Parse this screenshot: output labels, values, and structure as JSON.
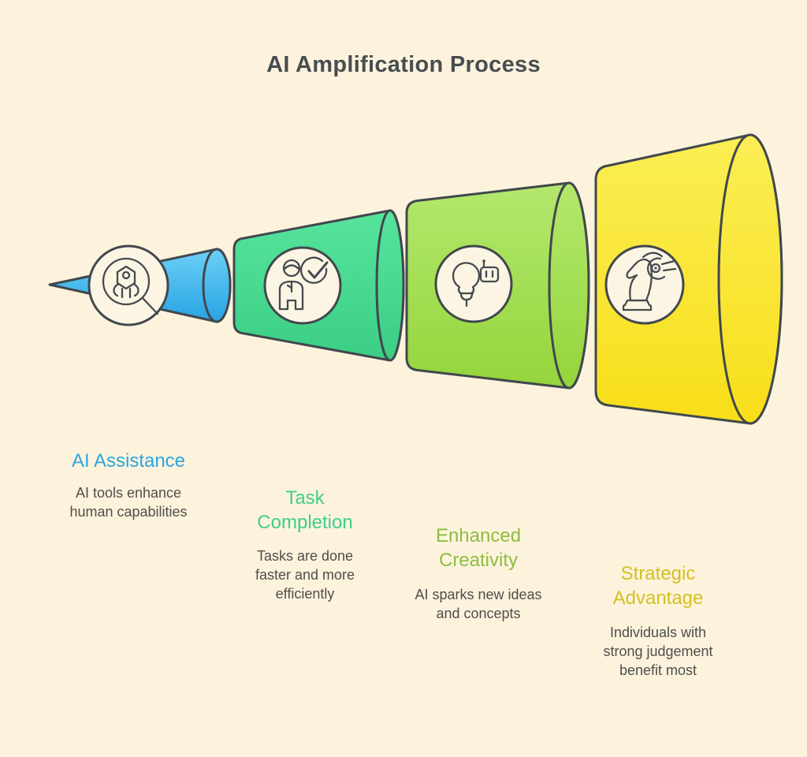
{
  "title": "AI Amplification Process",
  "colors": {
    "background": "#FDF3DD",
    "outline": "#41484D",
    "title_text": "#474D50",
    "description_text": "#4F4E4B",
    "badge_fill": "#FCF5E4",
    "glyph_stroke": "#454B4F"
  },
  "stages": [
    {
      "name": "AI Assistance",
      "description": "AI tools enhance\nhuman capabilities",
      "heading_color": "#2AA7E0",
      "fill_top": "#6CCFF6",
      "fill_bottom": "#28A4E4",
      "icon": "robot-search-icon"
    },
    {
      "name": "Task\nCompletion",
      "description": "Tasks are done\nfaster and more\nefficiently",
      "heading_color": "#3DCE8D",
      "fill_top": "#57E49D",
      "fill_bottom": "#3BCE84",
      "icon": "person-check-icon"
    },
    {
      "name": "Enhanced\nCreativity",
      "description": "AI sparks new ideas\nand concepts",
      "heading_color": "#8DBE3E",
      "fill_top": "#B4E86E",
      "fill_bottom": "#94D53B",
      "icon": "lightbulb-robot-icon"
    },
    {
      "name": "Strategic\nAdvantage",
      "description": "Individuals with\nstrong judgement\nbenefit most",
      "heading_color": "#D3C022",
      "fill_top": "#FBEE55",
      "fill_bottom": "#F8DE19",
      "icon": "chess-knight-robot-icon"
    }
  ]
}
